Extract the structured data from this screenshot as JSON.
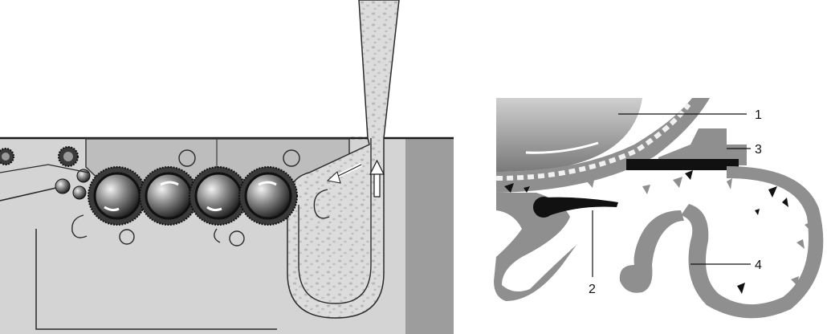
{
  "left_figure": {
    "roller_count": 4,
    "colors": {
      "panel": "#d6d6d6",
      "hopper": "#cfcfcf",
      "wall": "#9b9b9b",
      "roller_dark": "#2b2b2b",
      "roller_light": "#e6e6e6",
      "chute": "#d9d9d9",
      "arrow": "#ffffff"
    },
    "icons": [
      "up-arrow-icon",
      "curved-arrow-icon",
      "roller-rotation-arrow-icon"
    ]
  },
  "right_figure": {
    "labels": [
      {
        "id": "callout-1",
        "text": "1"
      },
      {
        "id": "callout-2",
        "text": "2"
      },
      {
        "id": "callout-3",
        "text": "3"
      },
      {
        "id": "callout-4",
        "text": "4"
      }
    ],
    "colors": {
      "gray": "#8f8f8f",
      "light": "#e9e9e9",
      "dark": "#111111"
    }
  }
}
